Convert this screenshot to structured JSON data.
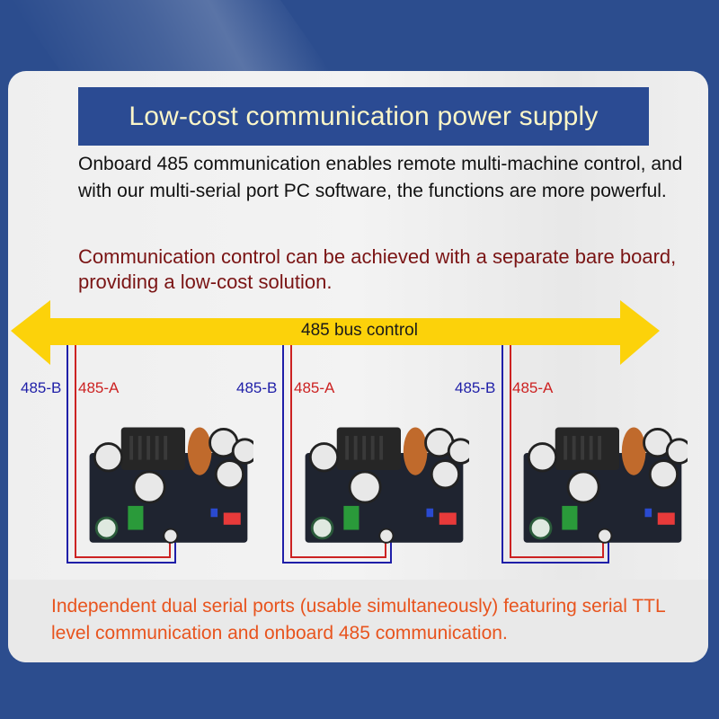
{
  "header": {
    "title": "Low-cost communication power supply"
  },
  "description": "Onboard 485 communication enables remote multi-machine control, and with our multi-serial port PC software, the functions are more powerful.",
  "highlight": "Communication control can be achieved with a separate bare board, providing a low-cost solution.",
  "bus": {
    "label": "485 bus control",
    "color": "#fcd20a"
  },
  "boards": [
    {
      "b_label": "485-B",
      "a_label": "485-A"
    },
    {
      "b_label": "485-B",
      "a_label": "485-A"
    },
    {
      "b_label": "485-B",
      "a_label": "485-A"
    }
  ],
  "footer": {
    "text": "Independent dual serial ports (usable simultaneously) featuring serial TTL level communication and onboard 485 communication."
  },
  "colors": {
    "background": "#2c4d8e",
    "title_bar": "#2b4b93",
    "title_text": "#fbf6c8",
    "wire_b": "#1f1fa8",
    "wire_a": "#cc2222",
    "highlight_text": "#7a1414",
    "footer_text": "#e8541e"
  }
}
